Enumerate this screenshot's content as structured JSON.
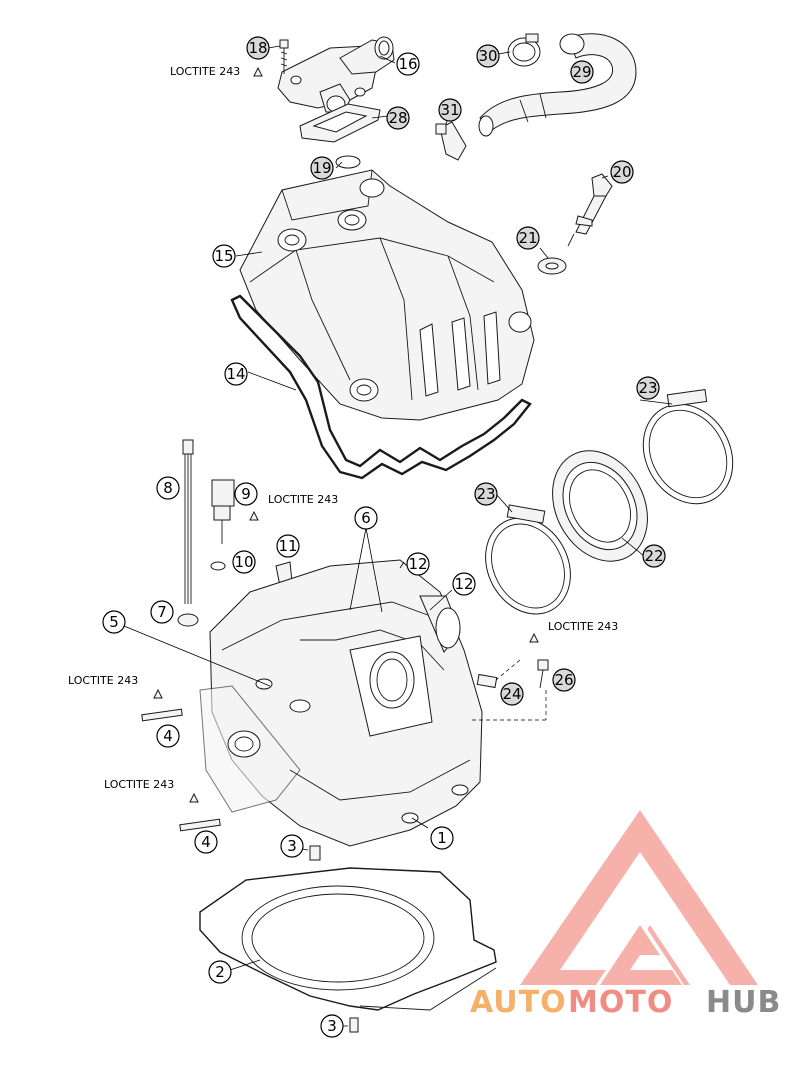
{
  "callouts": [
    {
      "id": "c1",
      "label": "1"
    },
    {
      "id": "c2",
      "label": "2"
    },
    {
      "id": "c3a",
      "label": "3"
    },
    {
      "id": "c3b",
      "label": "3"
    },
    {
      "id": "c4a",
      "label": "4"
    },
    {
      "id": "c4b",
      "label": "4"
    },
    {
      "id": "c5",
      "label": "5"
    },
    {
      "id": "c6",
      "label": "6"
    },
    {
      "id": "c7",
      "label": "7"
    },
    {
      "id": "c8",
      "label": "8"
    },
    {
      "id": "c9",
      "label": "9"
    },
    {
      "id": "c10",
      "label": "10"
    },
    {
      "id": "c11",
      "label": "11"
    },
    {
      "id": "c12a",
      "label": "12"
    },
    {
      "id": "c12b",
      "label": "12"
    },
    {
      "id": "c14",
      "label": "14"
    },
    {
      "id": "c15",
      "label": "15"
    },
    {
      "id": "c16",
      "label": "16"
    },
    {
      "id": "c18",
      "label": "18"
    },
    {
      "id": "c19",
      "label": "19"
    },
    {
      "id": "c20",
      "label": "20"
    },
    {
      "id": "c21",
      "label": "21"
    },
    {
      "id": "c22",
      "label": "22"
    },
    {
      "id": "c23a",
      "label": "23"
    },
    {
      "id": "c23b",
      "label": "23"
    },
    {
      "id": "c24",
      "label": "24"
    },
    {
      "id": "c26",
      "label": "26"
    },
    {
      "id": "c28",
      "label": "28"
    },
    {
      "id": "c29",
      "label": "29"
    },
    {
      "id": "c30",
      "label": "30"
    },
    {
      "id": "c31",
      "label": "31"
    }
  ],
  "loctite_notes": [
    {
      "id": "lt1",
      "text": "LOCTITE 243"
    },
    {
      "id": "lt2",
      "text": "LOCTITE 243"
    },
    {
      "id": "lt3",
      "text": "LOCTITE 243"
    },
    {
      "id": "lt4",
      "text": "LOCTITE 243"
    },
    {
      "id": "lt5",
      "text": "LOCTITE 243"
    }
  ],
  "watermark": {
    "part1": "AUTO",
    "part2": "MOTO",
    "part3": "HUB",
    "color_orange": "#f5b06a",
    "color_red": "#f08c84",
    "color_gray": "#8a8a8a"
  }
}
